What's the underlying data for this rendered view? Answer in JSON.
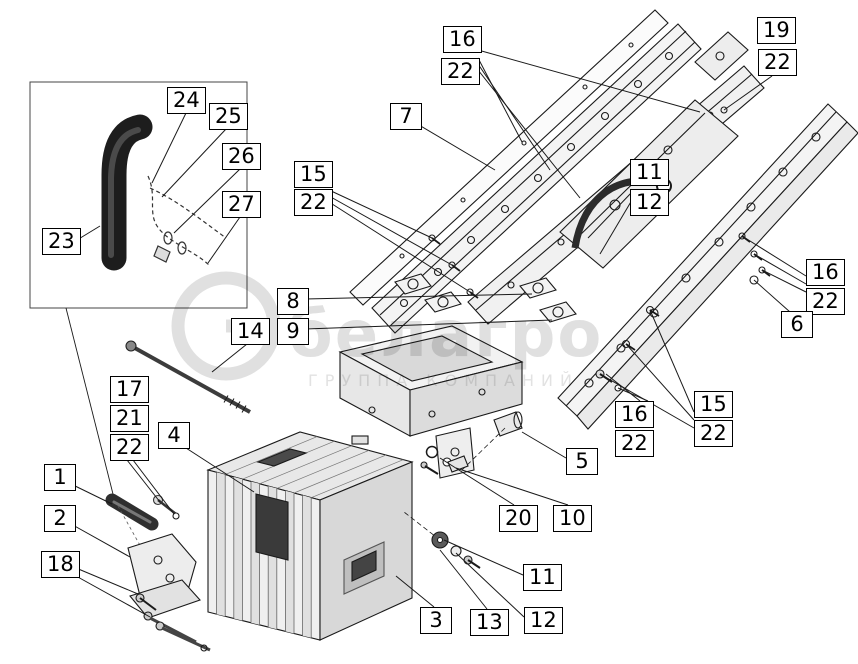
{
  "watermark": {
    "brand": "белагро",
    "subtitle": "ГРУППА КОМПАНИЙ"
  },
  "colors": {
    "line": "#1a1a1a",
    "watermark": "#c2c2c2",
    "background": "#ffffff"
  },
  "labels": [
    {
      "text": "16"
    },
    {
      "text": "22"
    },
    {
      "text": "19"
    },
    {
      "text": "22"
    },
    {
      "text": "7"
    },
    {
      "text": "15"
    },
    {
      "text": "22"
    },
    {
      "text": "11"
    },
    {
      "text": "12"
    },
    {
      "text": "23"
    },
    {
      "text": "24"
    },
    {
      "text": "25"
    },
    {
      "text": "26"
    },
    {
      "text": "27"
    },
    {
      "text": "8"
    },
    {
      "text": "9"
    },
    {
      "text": "16"
    },
    {
      "text": "22"
    },
    {
      "text": "6"
    },
    {
      "text": "14"
    },
    {
      "text": "17"
    },
    {
      "text": "21"
    },
    {
      "text": "22"
    },
    {
      "text": "4"
    },
    {
      "text": "1"
    },
    {
      "text": "2"
    },
    {
      "text": "18"
    },
    {
      "text": "15"
    },
    {
      "text": "22"
    },
    {
      "text": "16"
    },
    {
      "text": "22"
    },
    {
      "text": "5"
    },
    {
      "text": "20"
    },
    {
      "text": "10"
    },
    {
      "text": "11"
    },
    {
      "text": "12"
    },
    {
      "text": "3"
    },
    {
      "text": "13"
    }
  ]
}
